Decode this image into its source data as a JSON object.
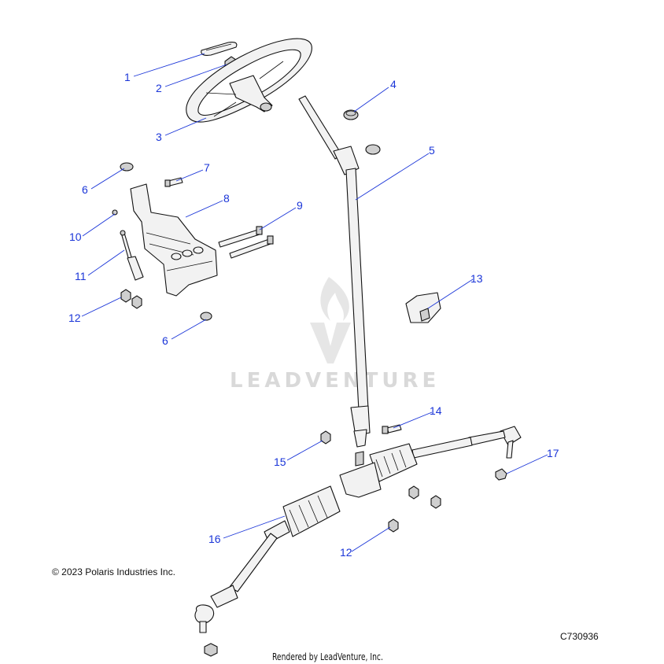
{
  "diagram": {
    "callouts": [
      {
        "id": "c1",
        "label": "1"
      },
      {
        "id": "c2",
        "label": "2"
      },
      {
        "id": "c3",
        "label": "3"
      },
      {
        "id": "c4",
        "label": "4"
      },
      {
        "id": "c5",
        "label": "5"
      },
      {
        "id": "c6a",
        "label": "6"
      },
      {
        "id": "c7",
        "label": "7"
      },
      {
        "id": "c8",
        "label": "8"
      },
      {
        "id": "c9",
        "label": "9"
      },
      {
        "id": "c10",
        "label": "10"
      },
      {
        "id": "c11",
        "label": "11"
      },
      {
        "id": "c12a",
        "label": "12"
      },
      {
        "id": "c6b",
        "label": "6"
      },
      {
        "id": "c13",
        "label": "13"
      },
      {
        "id": "c14",
        "label": "14"
      },
      {
        "id": "c15",
        "label": "15"
      },
      {
        "id": "c17",
        "label": "17"
      },
      {
        "id": "c16",
        "label": "16"
      },
      {
        "id": "c12b",
        "label": "12"
      }
    ],
    "callout_color": "#1a35d8"
  },
  "watermark": {
    "text": "LEADVENTURE"
  },
  "footer": {
    "copyright": "© 2023 Polaris Industries Inc.",
    "drawing_id": "C730936",
    "rendered_by": "Rendered by LeadVenture, Inc."
  }
}
